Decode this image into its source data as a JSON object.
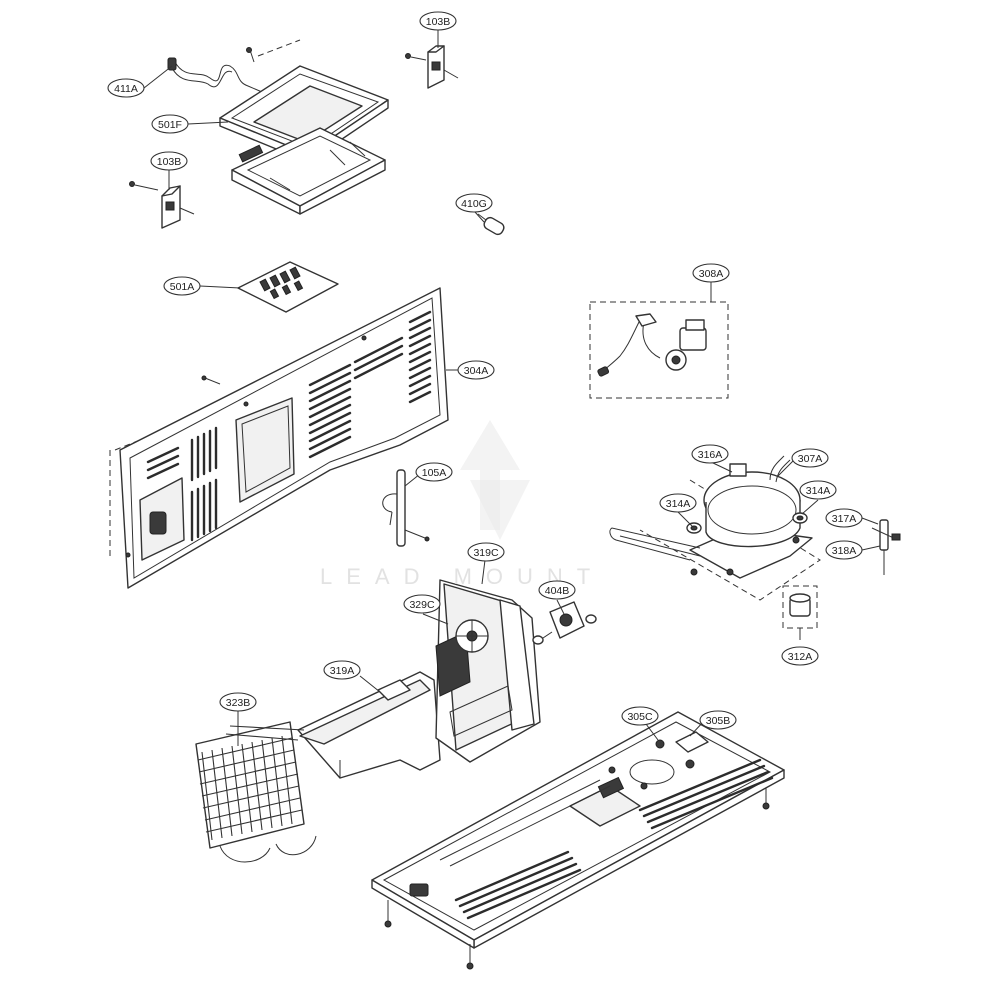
{
  "callouts": {
    "c411A": "411A",
    "c501F": "501F",
    "c103B_top": "103B",
    "c103B_left": "103B",
    "c410G": "410G",
    "c501A": "501A",
    "c304A": "304A",
    "c308A": "308A",
    "c105A": "105A",
    "c316A": "316A",
    "c307A": "307A",
    "c314A_left": "314A",
    "c314A_right": "314A",
    "c317A": "317A",
    "c318A": "318A",
    "c319C": "319C",
    "c329C": "329C",
    "c404B": "404B",
    "c312A": "312A",
    "c319A": "319A",
    "c323B": "323B",
    "c305C": "305C",
    "c305B": "305B"
  },
  "colors": {
    "line": "#333333",
    "background": "#ffffff"
  }
}
